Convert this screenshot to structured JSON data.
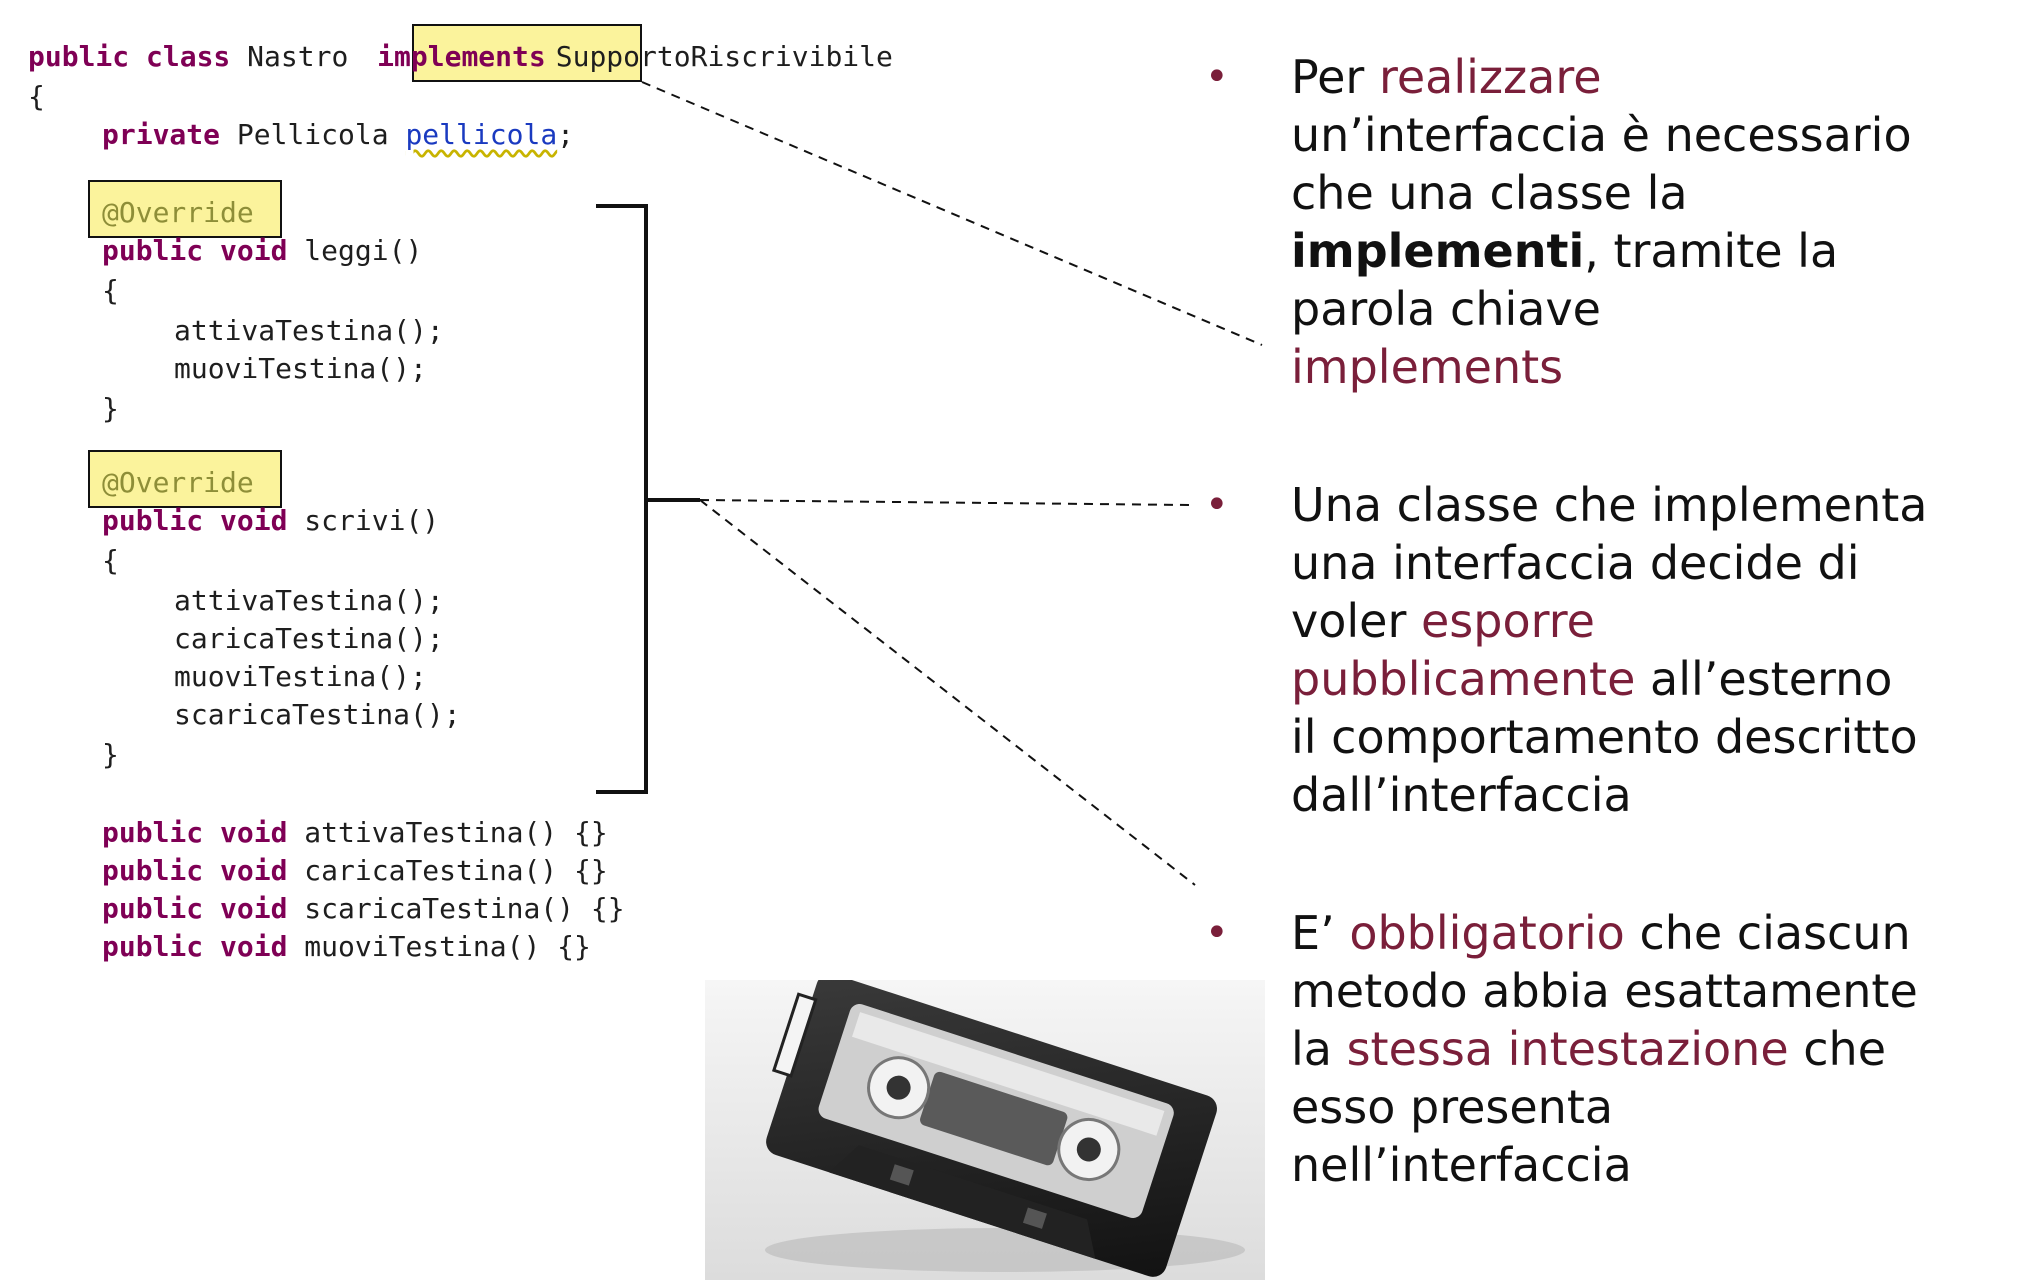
{
  "code": {
    "class_decl": {
      "kw": "public class",
      "name": " Nastro ",
      "implements": "implements",
      "iface": "SupportoRiscrivibile"
    },
    "open_brace": "{",
    "field_decl": {
      "kw": "private",
      "type": " Pellicola ",
      "name": "pellicola",
      "semi": ";"
    },
    "override1": "@Override",
    "method1_sig": {
      "kw": "public void",
      "rest": " leggi()"
    },
    "method1_open": "{",
    "method1_body": [
      "attivaTestina();",
      "muoviTestina();"
    ],
    "method1_close": "}",
    "override2": "@Override",
    "method2_sig": {
      "kw": "public void",
      "rest": " scrivi()"
    },
    "method2_open": "{",
    "method2_body": [
      "attivaTestina();",
      "caricaTestina();",
      "muoviTestina();",
      "scaricaTestina();"
    ],
    "method2_close": "}",
    "stubs": [
      {
        "kw": "public void",
        "rest": " attivaTestina() {}"
      },
      {
        "kw": "public void",
        "rest": " caricaTestina() {}"
      },
      {
        "kw": "public void",
        "rest": " scaricaTestina() {}"
      },
      {
        "kw": "public void",
        "rest": " muoviTestina() {}"
      }
    ]
  },
  "bullets": [
    {
      "marker": "•",
      "lines": [
        {
          "a": "Per ",
          "b": "realizzare"
        },
        {
          "a": "un’interfaccia è necessario"
        },
        {
          "a": "che una classe la"
        },
        {
          "s": "implementi",
          "a": ", tramite la"
        },
        {
          "a": "parola chiave"
        },
        {
          "b": "implements"
        }
      ]
    },
    {
      "marker": "•",
      "lines": [
        {
          "a": "Una classe che implementa"
        },
        {
          "a": "una interfaccia decide di"
        },
        {
          "a": "voler ",
          "b": "esporre"
        },
        {
          "b": "pubblicamente",
          "c": " all’esterno"
        },
        {
          "a": "il comportamento descritto"
        },
        {
          "a": "dall’interfaccia"
        }
      ]
    },
    {
      "marker": "•",
      "lines": [
        {
          "a": "E’ ",
          "b": "obbligatorio",
          "c": " che ciascun"
        },
        {
          "a": "metodo abbia esattamente"
        },
        {
          "a": "la ",
          "b": "stessa intestazione",
          "c": " che"
        },
        {
          "a": "esso presenta"
        },
        {
          "a": "nell’interfaccia"
        }
      ]
    }
  ],
  "colors": {
    "keyword": "#7f0055",
    "accent": "#7a1f3a",
    "highlight": "#fbf39c",
    "annotation": "#8e8e38"
  },
  "image": {
    "icon": "cassette-tape-photo"
  }
}
